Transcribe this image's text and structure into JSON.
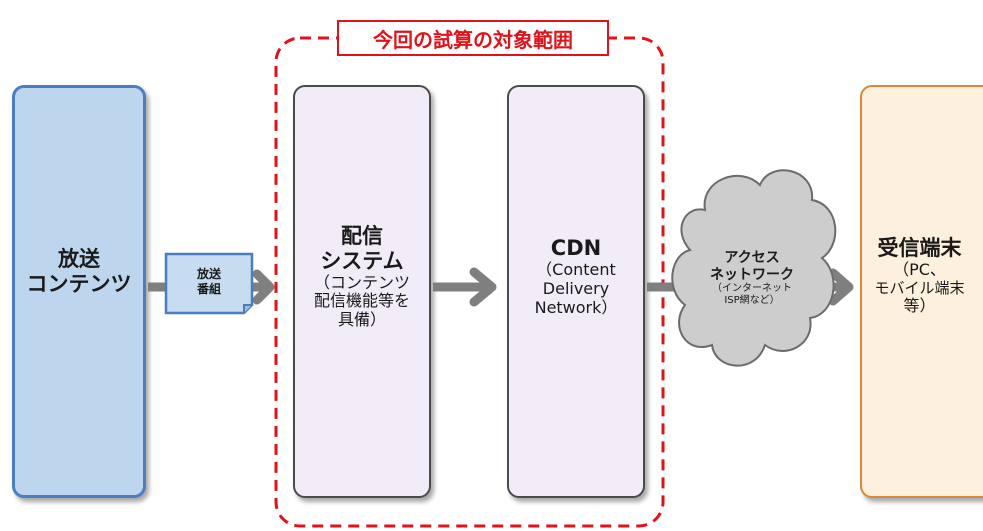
{
  "scope": {
    "title": "今回の試算の対象範囲"
  },
  "content_box": {
    "line1": "放送",
    "line2": "コンテンツ"
  },
  "program_doc": {
    "line1": "放送",
    "line2": "番組"
  },
  "distribution_box": {
    "title_line1": "配信",
    "title_line2": "システム",
    "sub_line1": "（コンテンツ",
    "sub_line2": "配信機能等を",
    "sub_line3": "具備）"
  },
  "cdn_box": {
    "title": "CDN",
    "sub_line1": "（Content",
    "sub_line2": "Delivery",
    "sub_line3": "Network）"
  },
  "access_cloud": {
    "line1": "アクセス",
    "line2": "ネットワーク",
    "sub_line1": "（インターネット",
    "sub_line2": "ISP網など）"
  },
  "device_box": {
    "title": "受信端末",
    "sub_line1": "（PC、",
    "sub_line2": "モバイル端末",
    "sub_line3": "等）"
  },
  "colors": {
    "scope_red": "#e0121a",
    "content_blue": "#bdd6ee",
    "system_lavender": "#f1ecf7",
    "device_orange": "#fdf0df",
    "arrow_gray": "#7f7f7f",
    "cloud_gray": "#c8c8c8"
  }
}
